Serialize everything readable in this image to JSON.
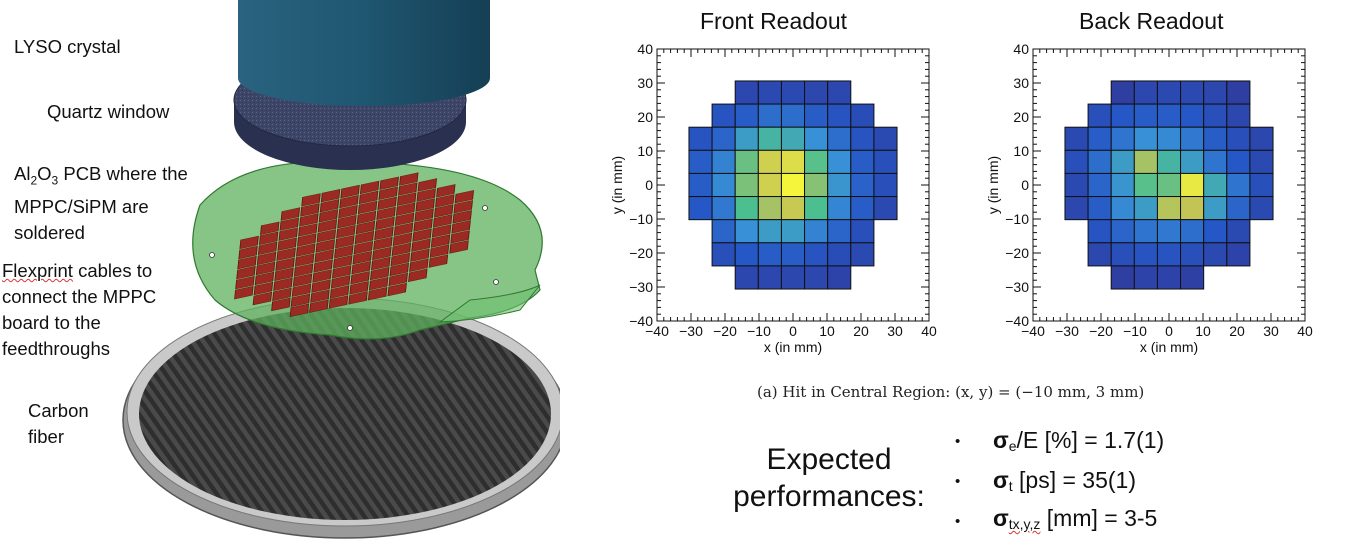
{
  "labels": {
    "lyso": "LYSO crystal",
    "quartz": "Quartz window",
    "pcb_line1_a": "Al",
    "pcb_sub1": "2",
    "pcb_line1_b": "O",
    "pcb_sub2": "3",
    "pcb_line1_c": " PCB where the",
    "pcb_line2": "MPPC/SiPM are",
    "pcb_line3": "soldered",
    "flex_word": "Flexprint",
    "flex_line1_rest": " cables to",
    "flex_line2": "connect the MPPC",
    "flex_line3": "board to the",
    "flex_line4": "feedthroughs",
    "carbon_line1": "Carbon",
    "carbon_line2": "fiber"
  },
  "colors": {
    "crystal": "#1f5670",
    "quartz": "#3e4668",
    "pcb_green": "#5fb25f",
    "pads": "#9a2a22",
    "carbon": "#444444"
  },
  "chart_data": [
    {
      "type": "heatmap",
      "title": "Front Readout",
      "xlabel": "x (in mm)",
      "ylabel": "y (in mm)",
      "xlim": [
        -40,
        40
      ],
      "ylim": [
        -40,
        40
      ],
      "xticks": [
        "−40",
        "−30",
        "−20",
        "−10",
        "0",
        "10",
        "20",
        "30",
        "40"
      ],
      "yticks": [
        "40",
        "30",
        "20",
        "10",
        "0",
        "−10",
        "−20",
        "−30",
        "−40"
      ],
      "cell_size_mm": 6.8,
      "value_range": [
        0,
        1
      ],
      "values": [
        [
          null,
          null,
          0.1,
          0.12,
          0.12,
          0.1,
          0.1,
          null,
          null
        ],
        [
          null,
          0.18,
          0.22,
          0.28,
          0.28,
          0.22,
          0.18,
          0.14,
          null
        ],
        [
          0.18,
          0.25,
          0.45,
          0.55,
          0.5,
          0.4,
          0.28,
          0.18,
          0.12
        ],
        [
          0.22,
          0.35,
          0.65,
          0.85,
          0.9,
          0.62,
          0.4,
          0.22,
          0.15
        ],
        [
          0.22,
          0.38,
          0.68,
          0.85,
          1.0,
          0.7,
          0.42,
          0.24,
          0.15
        ],
        [
          0.2,
          0.32,
          0.6,
          0.75,
          0.82,
          0.6,
          0.36,
          0.22,
          0.12
        ],
        [
          null,
          0.25,
          0.4,
          0.45,
          0.45,
          0.35,
          0.25,
          0.15,
          null
        ],
        [
          null,
          0.15,
          0.2,
          0.22,
          0.22,
          0.18,
          0.14,
          0.12,
          null
        ],
        [
          null,
          null,
          0.1,
          0.1,
          0.1,
          0.1,
          0.08,
          null,
          null
        ]
      ]
    },
    {
      "type": "heatmap",
      "title": "Back Readout",
      "xlabel": "x (in mm)",
      "ylabel": "y (in mm)",
      "xlim": [
        -40,
        40
      ],
      "ylim": [
        -40,
        40
      ],
      "xticks": [
        "−40",
        "−30",
        "−20",
        "−10",
        "0",
        "10",
        "20",
        "30",
        "40"
      ],
      "yticks": [
        "40",
        "30",
        "20",
        "10",
        "0",
        "−10",
        "−20",
        "−30",
        "−40"
      ],
      "cell_size_mm": 6.8,
      "value_range": [
        0,
        1
      ],
      "values": [
        [
          null,
          null,
          0.05,
          0.1,
          0.12,
          0.12,
          0.1,
          0.05,
          null
        ],
        [
          null,
          0.15,
          0.2,
          0.22,
          0.22,
          0.2,
          0.15,
          0.1,
          null
        ],
        [
          0.12,
          0.22,
          0.3,
          0.4,
          0.38,
          0.32,
          0.22,
          0.15,
          0.1
        ],
        [
          0.15,
          0.28,
          0.45,
          0.75,
          0.55,
          0.45,
          0.3,
          0.2,
          0.12
        ],
        [
          0.12,
          0.25,
          0.42,
          0.62,
          0.65,
          0.95,
          0.5,
          0.3,
          0.15
        ],
        [
          0.1,
          0.22,
          0.38,
          0.45,
          0.78,
          0.8,
          0.45,
          0.25,
          0.12
        ],
        [
          null,
          0.18,
          0.25,
          0.3,
          0.32,
          0.28,
          0.2,
          0.12,
          null
        ],
        [
          null,
          0.1,
          0.15,
          0.18,
          0.18,
          0.15,
          0.12,
          0.08,
          null
        ],
        [
          null,
          null,
          0.05,
          0.08,
          0.08,
          0.06,
          null,
          null,
          null
        ]
      ]
    }
  ],
  "caption": "(a) Hit in Central Region: (x, y) = (−10 mm, 3 mm)",
  "performance": {
    "heading_line1": "Expected",
    "heading_line2": "performances:",
    "bullet": "•",
    "items": [
      {
        "symbol": "σ",
        "sub": "e",
        "rest": "/E [%] = 1.7(1)"
      },
      {
        "symbol": "σ",
        "sub": "t",
        "rest": " [ps] = 35(1)"
      },
      {
        "symbol": "σ",
        "sub": "tx,y,z",
        "rest": " [mm] = 3-5"
      }
    ]
  }
}
